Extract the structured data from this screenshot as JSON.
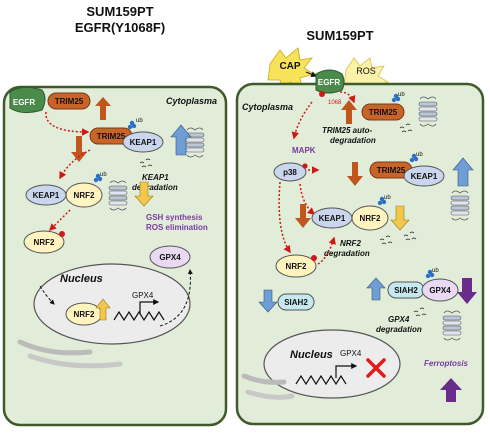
{
  "left_panel": {
    "title_line1": "SUM159PT",
    "title_line2": "EGFR(Y1068F)",
    "region_label": "Cytoplasma",
    "nucleus_label": "Nucleus",
    "proteins": {
      "egfr": "EGFR",
      "trim25_top": "TRIM25",
      "trim25_mid": "TRIM25",
      "keap1_a": "KEAP1",
      "keap1_b": "KEAP1",
      "nrf2_a": "NRF2",
      "nrf2_b": "NRF2",
      "nrf2_nuc": "NRF2",
      "gpx4_gene": "GPX4",
      "gpx4_protein": "GPX4"
    },
    "annotations": {
      "ub1": "ub",
      "ub2": "ub",
      "keap1_deg_l1": "KEAP1",
      "keap1_deg_l2": "degradation",
      "gsh_l1": "GSH synthesis",
      "gsh_l2": "ROS elimination"
    }
  },
  "right_panel": {
    "title": "SUM159PT",
    "cap_label": "CAP",
    "ros_label": "ROS",
    "region_label": "Cytoplasma",
    "nucleus_label": "Nucleus",
    "residue_label": "1068",
    "mapk_label": "MAPK",
    "ferroptosis_label": "Ferroptosis",
    "proteins": {
      "egfr": "EGFR",
      "trim25_a": "TRIM25",
      "trim25_b": "TRIM25",
      "keap1_a": "KEAP1",
      "keap1_b": "KEAP1",
      "nrf2_a": "NRF2",
      "nrf2_b": "NRF2",
      "p38": "p38",
      "siah2_a": "SIAH2",
      "siah2_b": "SIAH2",
      "gpx4_protein": "GPX4",
      "gpx4_gene": "GPX4"
    },
    "annotations": {
      "ub1": "ub",
      "ub2": "ub",
      "ub3": "ub",
      "ub4": "ub",
      "trim25_deg_l1": "TRIM25 auto-",
      "trim25_deg_l2": "degradation",
      "nrf2_deg_l1": "NRF2",
      "nrf2_deg_l2": "degradation",
      "gpx4_deg_l1": "GPX4",
      "gpx4_deg_l2": "degradation"
    }
  },
  "colors": {
    "cell_fill": "#e2edd9",
    "cell_border": "#3e5b2c",
    "trim25": "#c8642a",
    "keap1": "#c9d6ee",
    "nrf2": "#fff3c0",
    "gpx4": "#e9d9f2",
    "siah2": "#c6e8ef",
    "egfr": "#4a8a4a",
    "arrow_orange": "#c0561d",
    "arrow_blue": "#6f9ed6",
    "arrow_yellow": "#f3c64c",
    "arrow_purple": "#6a2c8a",
    "dotted_red": "#d11818",
    "cross_red": "#e01b1b"
  }
}
